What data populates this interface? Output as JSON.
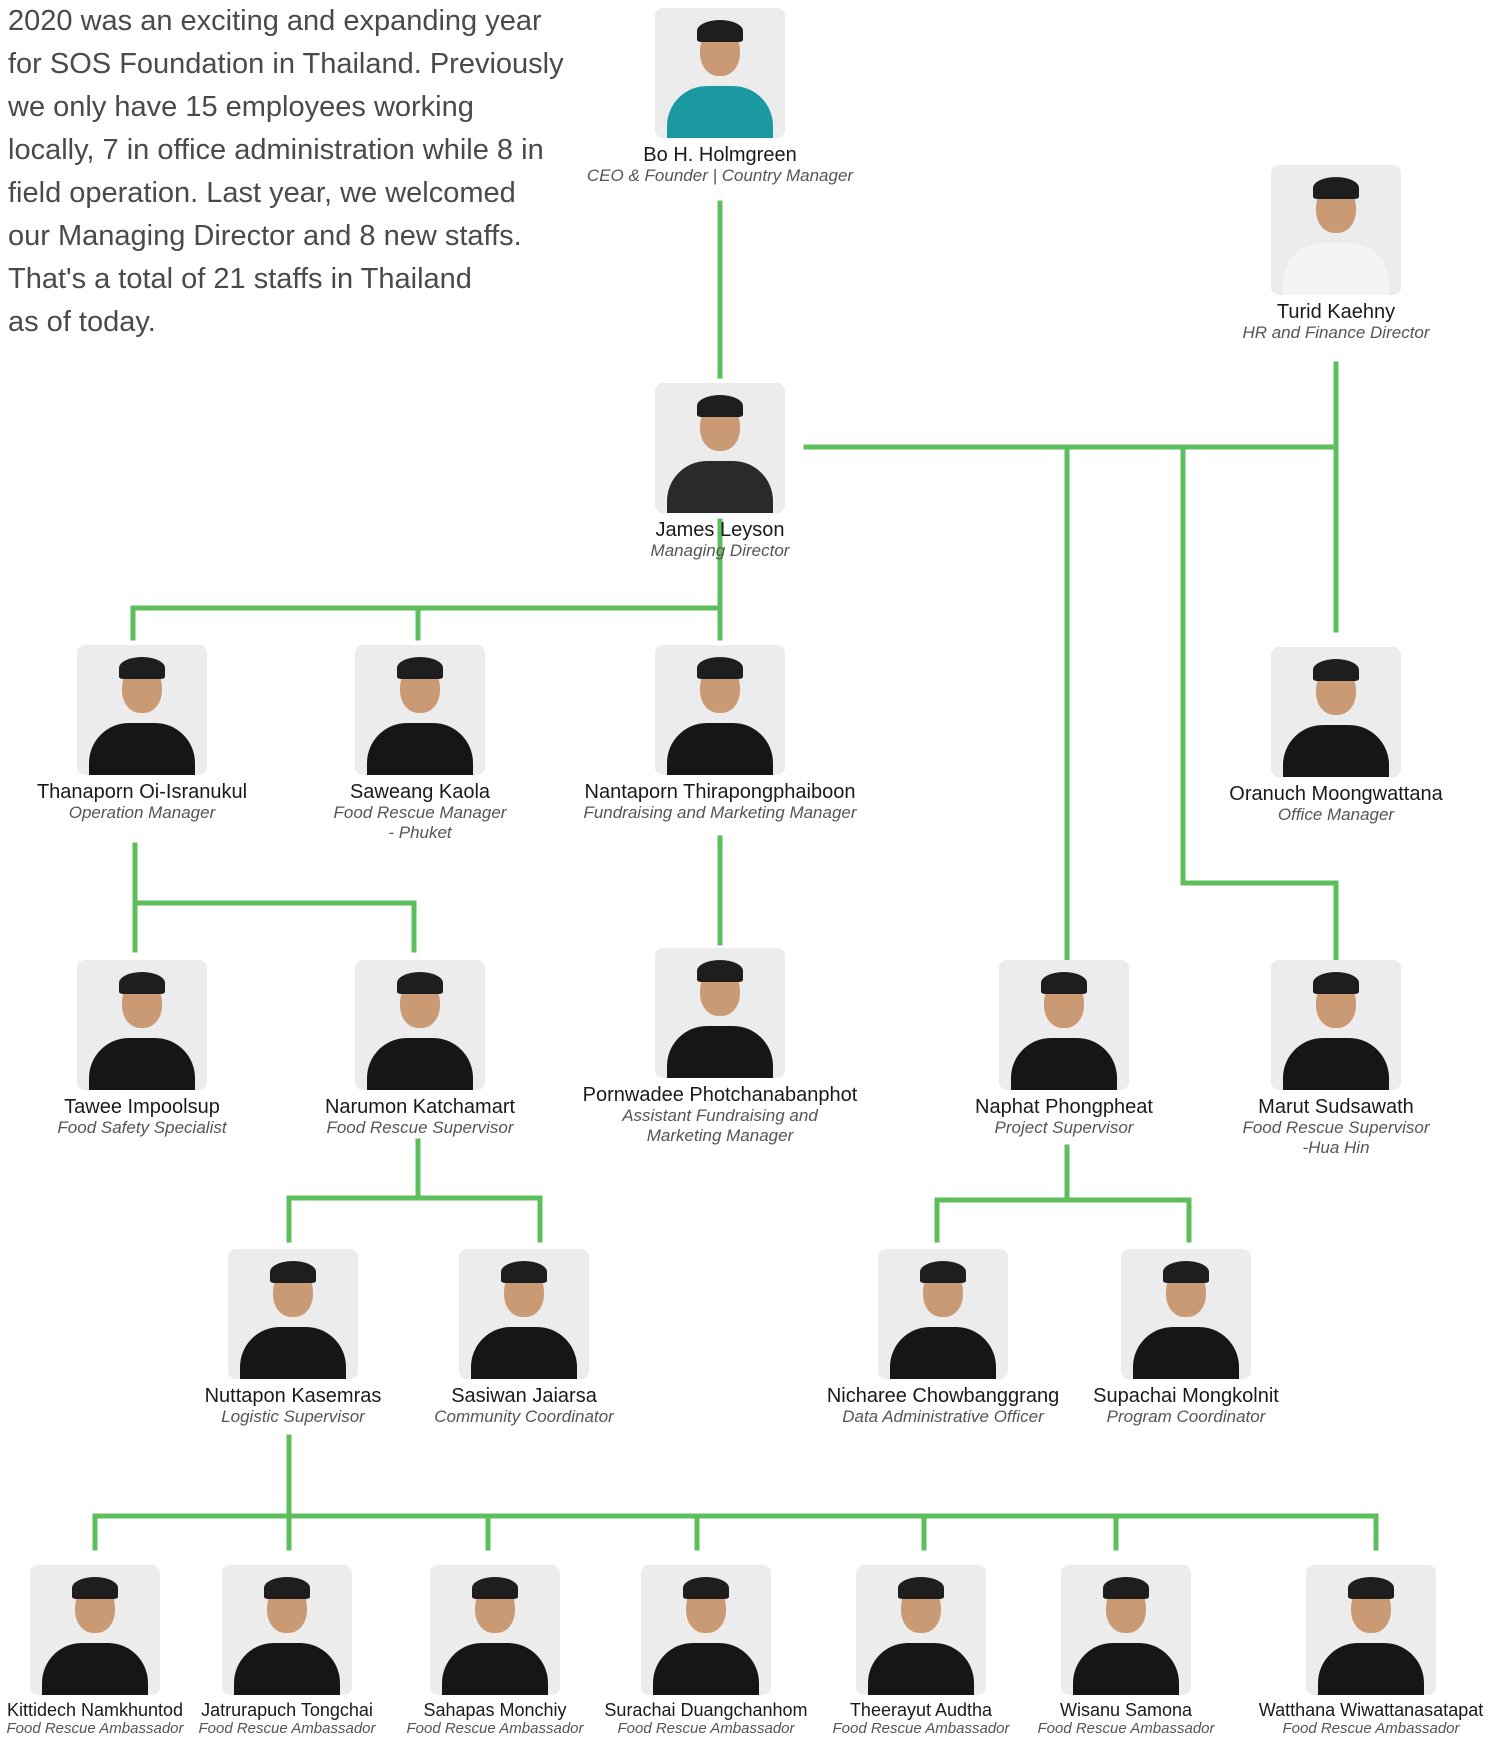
{
  "intro": {
    "lines": [
      "2020 was an exciting and expanding year",
      "for SOS Foundation in Thailand.  Previously",
      "we only have 15 employees working",
      "locally, 7 in office administration while 8 in",
      "field operation. Last year, we welcomed",
      "our Managing Director and 8 new staffs.",
      "That's a total of 21 staffs in Thailand",
      "as of today."
    ]
  },
  "line_color": "#5cbf5c",
  "people": {
    "bo": {
      "name": "Bo H. Holmgreen",
      "role": "CEO & Founder | Country Manager",
      "shirt": "#1a9aa0"
    },
    "turid": {
      "name": "Turid Kaehny",
      "role": "HR and Finance Director",
      "shirt": "#f4f4f4"
    },
    "james": {
      "name": "James Leyson",
      "role": "Managing Director",
      "shirt": "#2a2a2a"
    },
    "thanaporn": {
      "name": "Thanaporn Oi-Isranukul",
      "role": "Operation Manager",
      "shirt": "#161616"
    },
    "saweang": {
      "name": "Saweang Kaola",
      "role": "Food Rescue Manager\n- Phuket",
      "shirt": "#161616"
    },
    "nantaporn": {
      "name": "Nantaporn Thirapongphaiboon",
      "role": "Fundraising and Marketing Manager",
      "shirt": "#161616"
    },
    "oranuch": {
      "name": "Oranuch Moongwattana",
      "role": "Office Manager",
      "shirt": "#161616"
    },
    "tawee": {
      "name": "Tawee Impoolsup",
      "role": "Food Safety Specialist",
      "shirt": "#161616"
    },
    "narumon": {
      "name": "Narumon Katchamart",
      "role": "Food Rescue Supervisor",
      "shirt": "#161616"
    },
    "pornwadee": {
      "name": "Pornwadee Photchanabanphot",
      "role": "Assistant Fundraising and\nMarketing Manager",
      "shirt": "#161616"
    },
    "naphat": {
      "name": "Naphat Phongpheat",
      "role": "Project Supervisor",
      "shirt": "#161616"
    },
    "marut": {
      "name": "Marut Sudsawath",
      "role": "Food Rescue Supervisor\n-Hua Hin",
      "shirt": "#161616"
    },
    "nuttapon": {
      "name": "Nuttapon Kasemras",
      "role": "Logistic Supervisor",
      "shirt": "#161616"
    },
    "sasiwan": {
      "name": "Sasiwan Jaiarsa",
      "role": "Community Coordinator",
      "shirt": "#161616"
    },
    "nicharee": {
      "name": "Nicharee Chowbanggrang",
      "role": "Data Administrative Officer",
      "shirt": "#161616"
    },
    "supachai": {
      "name": "Supachai Mongkolnit",
      "role": "Program Coordinator",
      "shirt": "#161616"
    },
    "kittidech": {
      "name": "Kittidech Namkhuntod",
      "role": "Food Rescue Ambassador",
      "shirt": "#161616"
    },
    "jatrurapuch": {
      "name": "Jatrurapuch Tongchai",
      "role": "Food Rescue Ambassador",
      "shirt": "#161616"
    },
    "sahapas": {
      "name": "Sahapas Monchiy",
      "role": "Food Rescue Ambassador",
      "shirt": "#161616"
    },
    "surachai": {
      "name": "Surachai Duangchanhom",
      "role": "Food Rescue Ambassador",
      "shirt": "#161616"
    },
    "theerayut": {
      "name": "Theerayut Audtha",
      "role": "Food Rescue Ambassador",
      "shirt": "#161616"
    },
    "wisanu": {
      "name": "Wisanu Samona",
      "role": "Food Rescue Ambassador",
      "shirt": "#161616"
    },
    "watthana": {
      "name": "Watthana Wiwattanasatapat",
      "role": "Food Rescue Ambassador",
      "shirt": "#161616"
    }
  }
}
